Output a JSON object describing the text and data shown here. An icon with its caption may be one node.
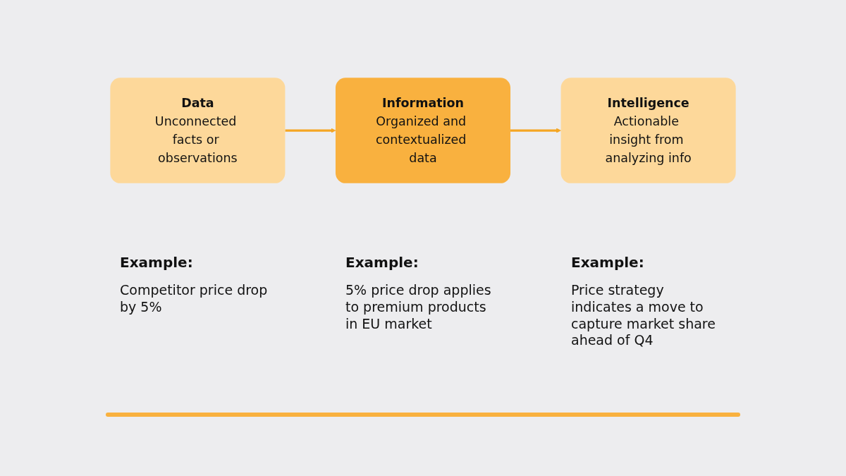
{
  "diagram": {
    "nodes": [
      {
        "text": [
          "Data",
          "Unconnected facts or observations"
        ],
        "beside": [
          "Example:",
          "Competitor price drop by 5%"
        ]
      },
      {
        "text": [
          "Information",
          "Organized and contextualized data"
        ],
        "beside": [
          "Example:",
          "5% price drop applies to premium products in EU market"
        ]
      },
      {
        "text": [
          "Intelligence",
          "Actionable insight from analyzing info"
        ],
        "beside": [
          "Example:",
          "Price strategy indicates a move to capture market share ahead of Q4"
        ]
      }
    ],
    "edges": [
      {
        "from": 0,
        "to": 1,
        "arrow": "to"
      },
      {
        "from": 1,
        "to": 2,
        "arrow": "to"
      }
    ]
  }
}
